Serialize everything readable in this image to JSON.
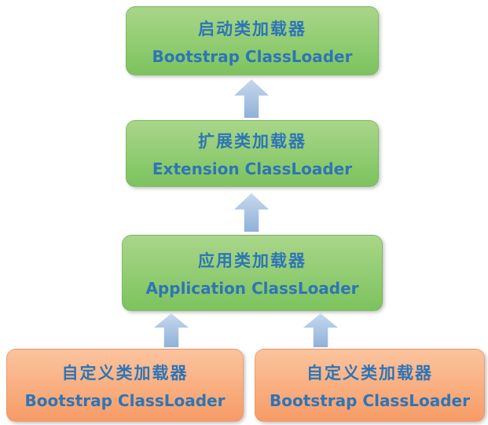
{
  "nodes": {
    "bootstrap": {
      "zh": "启动类加载器",
      "en": "Bootstrap ClassLoader"
    },
    "extension": {
      "zh": "扩展类加载器",
      "en": "Extension ClassLoader"
    },
    "application": {
      "zh": "应用类加载器",
      "en": "Application ClassLoader"
    },
    "custom_left": {
      "zh": "自定义类加载器",
      "en": "Bootstrap ClassLoader"
    },
    "custom_right": {
      "zh": "自定义类加载器",
      "en": "Bootstrap ClassLoader"
    }
  },
  "icons": {
    "arrow_up": "up-arrow-icon"
  },
  "colors": {
    "text-blue": "#2e75b6",
    "green-light": "#a9d689",
    "green-dark": "#7cc35e",
    "orange-light": "#fbc49e",
    "orange-dark": "#f79b66",
    "arrow-light": "#c6d8ed",
    "arrow-dark": "#8fb1d9"
  }
}
